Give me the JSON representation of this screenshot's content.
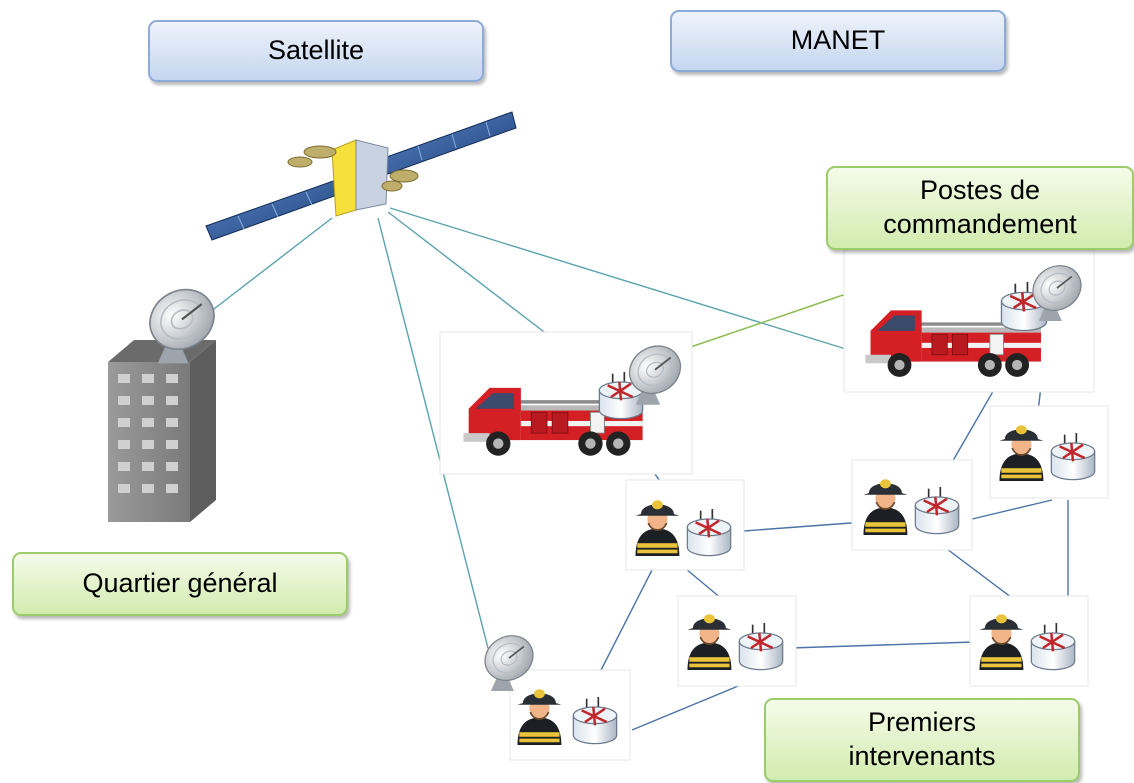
{
  "labels": {
    "satellite": "Satellite",
    "manet": "MANET",
    "command_posts": "Postes de commandement",
    "headquarters": "Quartier général",
    "first_responders": "Premiers intervenants"
  },
  "colors": {
    "link_line": "#5aa3ad",
    "responder_link": "#4b73a8",
    "callout_arrow": "#8fbd55",
    "label_blue_border": "#8eaad8",
    "label_green_border": "#9ccb6a"
  },
  "icons": {
    "satellite": "satellite-icon",
    "building": "building-icon",
    "dish": "satellite-dish-icon",
    "fire_truck": "fire-truck-icon",
    "firefighter": "firefighter-icon",
    "radio": "radio-node-icon"
  }
}
